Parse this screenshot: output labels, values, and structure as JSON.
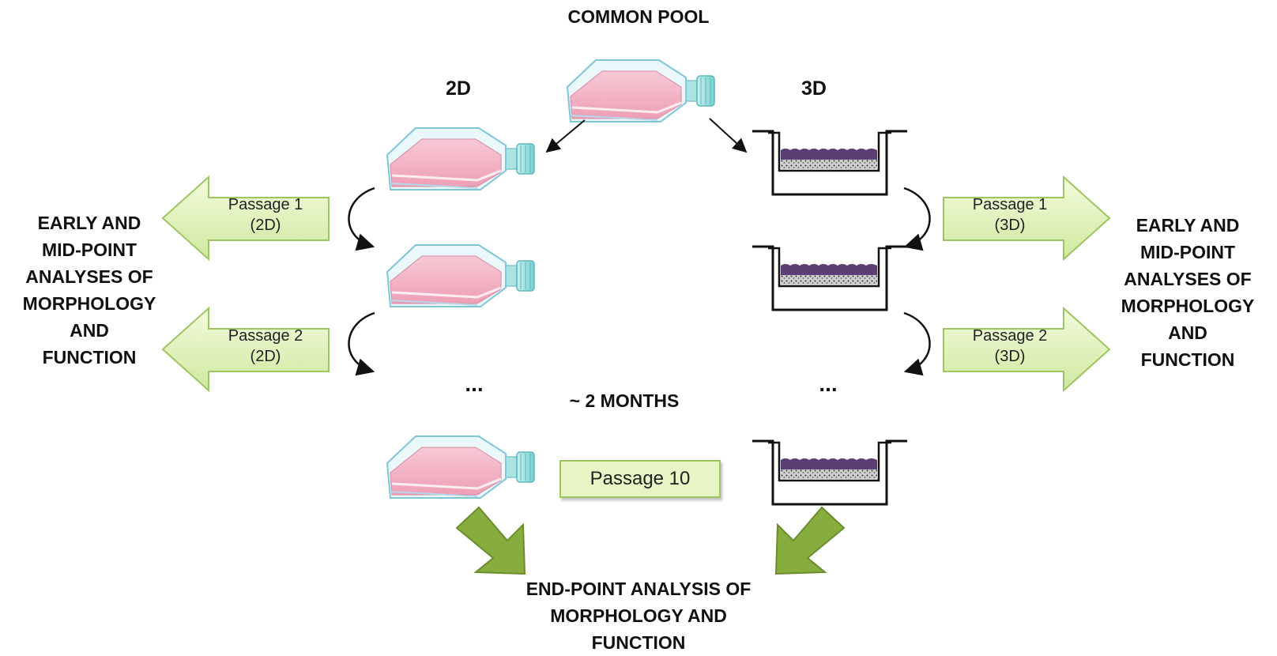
{
  "title": "COMMON POOL",
  "columns": {
    "left": "2D",
    "right": "3D"
  },
  "side_label": {
    "left": [
      "EARLY AND",
      "MID-POINT",
      "ANALYSES OF",
      "MORPHOLOGY",
      "AND",
      "FUNCTION"
    ],
    "right": [
      "EARLY AND",
      "MID-POINT",
      "ANALYSES OF",
      "MORPHOLOGY",
      "AND",
      "FUNCTION"
    ]
  },
  "passages": {
    "left": [
      {
        "line1": "Passage 1",
        "line2": "(2D)"
      },
      {
        "line1": "Passage 2",
        "line2": "(2D)"
      }
    ],
    "right": [
      {
        "line1": "Passage 1",
        "line2": "(3D)"
      },
      {
        "line1": "Passage 2",
        "line2": "(3D)"
      }
    ],
    "final": "Passage 10"
  },
  "ellipsis": "...",
  "duration": "~ 2 MONTHS",
  "endpoint": [
    "END-POINT ANALYSIS OF",
    "MORPHOLOGY AND",
    "FUNCTION"
  ],
  "colors": {
    "flask_medium": "#f2b8c8",
    "flask_outline": "#7fc6d8",
    "cap": "#9fe0df",
    "passage_arrow_fill": "#e3f3be",
    "passage_arrow_stroke": "#9cc65f",
    "endpoint_arrow": "#86ad3d",
    "insert_layer": "#5b3f74"
  }
}
